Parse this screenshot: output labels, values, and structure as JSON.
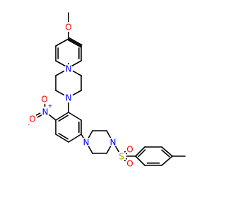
{
  "colors": {
    "bond": "#000000",
    "carbon": "#000000",
    "nitrogen": "#0000FF",
    "oxygen": "#FF0000",
    "sulfur": "#B8A000"
  },
  "atoms": {
    "methoxy_o": "O",
    "piperazine_top_n_upper": "N",
    "piperazine_top_n_lower": "N",
    "nitro_n": "N",
    "nitro_n_charge": "+",
    "nitro_o_left": "O",
    "nitro_o_left_charge": "-",
    "nitro_o_lower": "O",
    "piperazine_bottom_n_left": "N",
    "piperazine_bottom_n_right": "N",
    "sulfonyl_s": "S",
    "sulfonyl_o_top": "O",
    "sulfonyl_o_bottom": "O"
  }
}
